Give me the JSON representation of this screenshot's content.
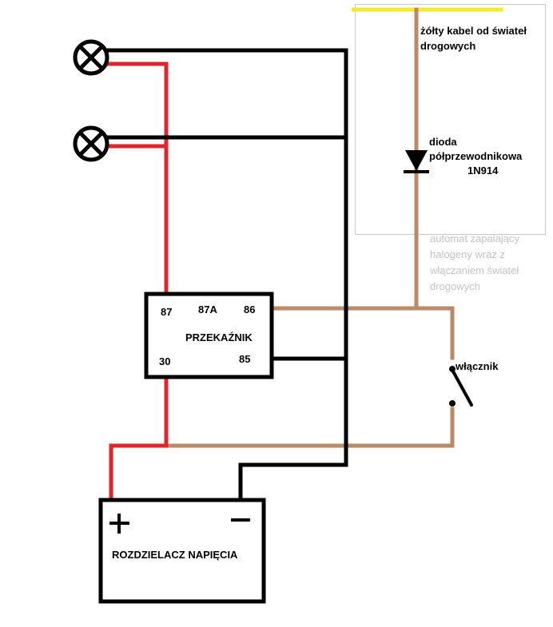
{
  "relay": {
    "title": "PRZEKAŹNIK",
    "pin_87": "87",
    "pin_87a": "87A",
    "pin_86": "86",
    "pin_30": "30",
    "pin_85": "85"
  },
  "yellow_cable_label": [
    "żółty kabel od świateł",
    "drogowych"
  ],
  "diode_label": [
    "dioda",
    "półprzewodnikowa",
    "1N914"
  ],
  "auto_note": [
    "automat zapalający",
    "halogeny wraz z",
    "włączaniem świateł",
    "drogowych"
  ],
  "switch_label": "włącznik",
  "battery": {
    "label": "ROZDZIELACZ NAPIĘCIA",
    "plus": "+",
    "minus": "−"
  },
  "colors": {
    "black": "#000000",
    "red": "#e0262b",
    "brown": "#b88a66",
    "yellow": "#f5ea2a",
    "note_gray": "#c4c4c4",
    "frame_gray": "#c8c8c8"
  }
}
